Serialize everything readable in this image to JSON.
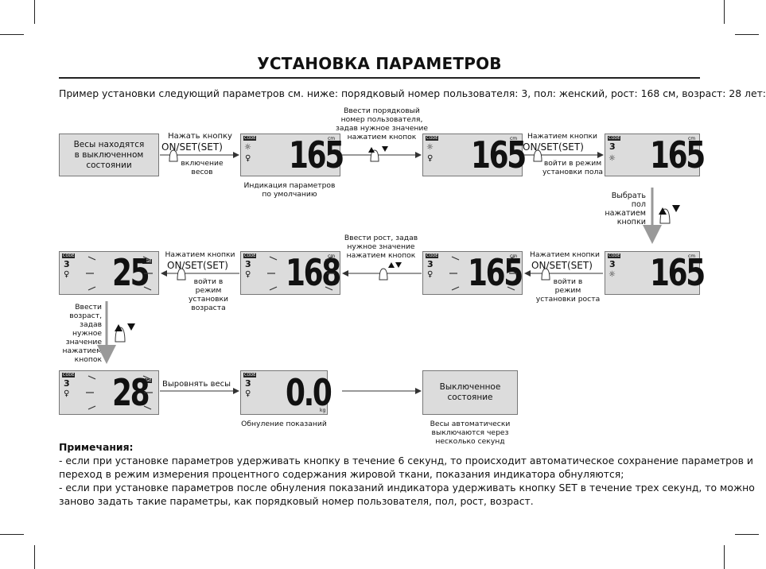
{
  "title": "УСТАНОВКА ПАРАМЕТРОВ",
  "intro": "Пример установки следующий параметров см. ниже: порядковый номер пользователя: 3, пол: женский, рост: 168 см, возраст: 28 лет:",
  "diagram": {
    "box_off": "Весы находятся\nв выключенном\nсостоянии",
    "box_off_final": "Выключенное\nсостояние",
    "lcd": {
      "d1": "165",
      "d2": "165",
      "d3": "165",
      "d4": "165",
      "d5": "165",
      "d6": "168",
      "d7": "25",
      "d8": "28",
      "d9": "0.0",
      "code": "CODE",
      "cm": "cm",
      "kg": "kg",
      "age": "AGE",
      "user": "3"
    },
    "labels": {
      "a1_top": "Нажать кнопку",
      "a1_btn": "ON/SET(SET)",
      "a1_bottom": "включение\nвесов",
      "default_caption": "Индикация параметров\nпо умолчанию",
      "a2_top": "Ввести порядковый\nномер пользователя,\nзадав нужное значение\nнажатием кнопок",
      "a3_top": "Нажатием кнопки",
      "a3_btn": "ON/SET(SET)",
      "a3_bottom": "войти в режим\nустановки пола",
      "down1": "Выбрать\nпол\nнажатием\nкнопки",
      "a4_top": "Нажатием кнопки",
      "a4_btn": "ON/SET(SET)",
      "a4_bottom": "войти в\nрежим\nустановки роста",
      "a5_top": "Ввести рост, задав\nнужное значение\nнажатием кнопок",
      "a6_top": "Нажатием кнопки",
      "a6_btn": "ON/SET(SET)",
      "a6_bottom": "войти в\nрежим\nустановки\nвозраста",
      "down2": "Ввести\nвозраст,\nзадав\nнужное\nзначение\nнажатием\nкнопок",
      "a7_top": "Выровнять весы",
      "zero_caption": "Обнуление показаний",
      "auto_off": "Весы автоматически\nвыключаются через\nнесколько секунд"
    }
  },
  "notes": {
    "heading": "Примечания:",
    "item1": "- если при установке параметров удерживать кнопку в течение 6 секунд, то происходит автоматическое сохранение параметров и\n   переход в режим измерения процентного содержания жировой ткани, показания индикатора обнуляются;",
    "item2": "- если при установке параметров после обнуления показаний индикатора удерживать кнопку SET в течение трех секунд, то можно\n   заново задать такие параметры, как  порядковый номер пользователя, пол, рост, возраст."
  }
}
